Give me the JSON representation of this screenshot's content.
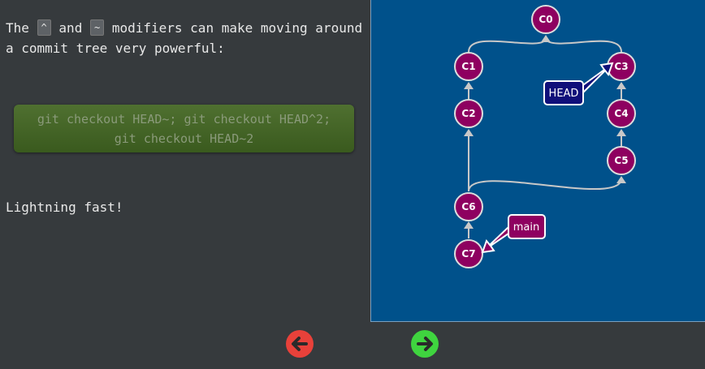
{
  "intro": {
    "text_before": "The",
    "caret_modifier": "^",
    "text_and": "and",
    "tilde_modifier": "~",
    "text_after": "modifiers can make moving around a commit tree very powerful:"
  },
  "command": {
    "line1": "git checkout HEAD~; git checkout HEAD^2;",
    "line2": "git checkout HEAD~2"
  },
  "outro": "Lightning fast!",
  "graph": {
    "commits": {
      "c0": "C0",
      "c1": "C1",
      "c2": "C2",
      "c3": "C3",
      "c4": "C4",
      "c5": "C5",
      "c6": "C6",
      "c7": "C7"
    },
    "refs": {
      "head": "HEAD",
      "main": "main"
    }
  },
  "colors": {
    "canvas_bg": "#00518b",
    "commit_fill": "#8e0060",
    "head_tag": "#10107a",
    "main_tag": "#8e0060",
    "back_button": "#e8413a",
    "forward_button": "#3fd43f"
  },
  "icons": {
    "back": "arrow-left-icon",
    "forward": "arrow-right-icon"
  }
}
